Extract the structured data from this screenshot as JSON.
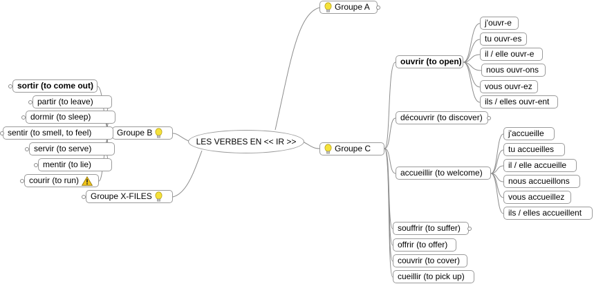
{
  "center": {
    "label": "LES VERBES EN << IR >>"
  },
  "group_a": {
    "label": "Groupe A",
    "icon": "lightbulb-icon"
  },
  "group_b": {
    "label": "Groupe B",
    "icon": "lightbulb-icon",
    "items": [
      "sortir (to come out)",
      "partir (to leave)",
      "dormir (to sleep)",
      "sentir (to smell, to feel)",
      "servir (to serve)",
      "mentir (to lie)",
      "courir (to run)"
    ],
    "warning_icon": "warning-icon"
  },
  "group_xfiles": {
    "label": "Groupe X-FILES",
    "icon": "lightbulb-icon"
  },
  "group_c": {
    "label": "Groupe C",
    "icon": "lightbulb-icon",
    "ouvrir": {
      "label": "ouvrir (to open)",
      "forms": [
        "j'ouvr-e",
        "tu ouvr-es",
        "il / elle ouvr-e",
        "nous ouvr-ons",
        "vous ouvr-ez",
        "ils / elles ouvr-ent"
      ]
    },
    "decouvrir": {
      "label": "découvrir (to discover)"
    },
    "accueillir": {
      "label": "accueillir (to welcome)",
      "forms": [
        "j'accueille",
        "tu accueilles",
        "il / elle accueille",
        "nous accueillons",
        "vous accueillez",
        "ils / elles accueillent"
      ]
    },
    "others": [
      "souffrir (to suffer)",
      "offrir (to offer)",
      "couvrir (to cover)",
      "cueillir (to pick up)"
    ]
  },
  "colors": {
    "line": "#8c8c8c",
    "border": "#9a9a9a",
    "bulb": "#f5e23a",
    "warning": "#f0c419"
  }
}
